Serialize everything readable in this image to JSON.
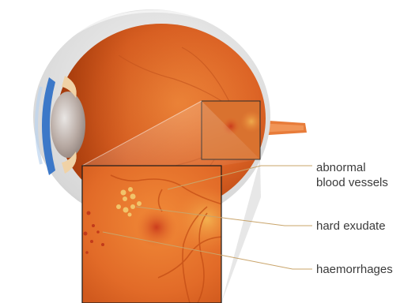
{
  "labels": {
    "abnormal_vessels_line1": "abnormal",
    "abnormal_vessels_line2": "blood vessels",
    "hard_exudate": "hard exudate",
    "haemorrhages": "haemorrhages"
  },
  "colors": {
    "retina": "#e06a2a",
    "retina_dark": "#b84512",
    "sclera": "#dedede",
    "iris_blue": "#3c78c8",
    "leader_line": "#c9a46a",
    "label_text": "#3a3a3a",
    "exudate": "#f1c46b",
    "haemorrhage": "#c23a1a",
    "optic_nerve": "#e87c3a"
  }
}
